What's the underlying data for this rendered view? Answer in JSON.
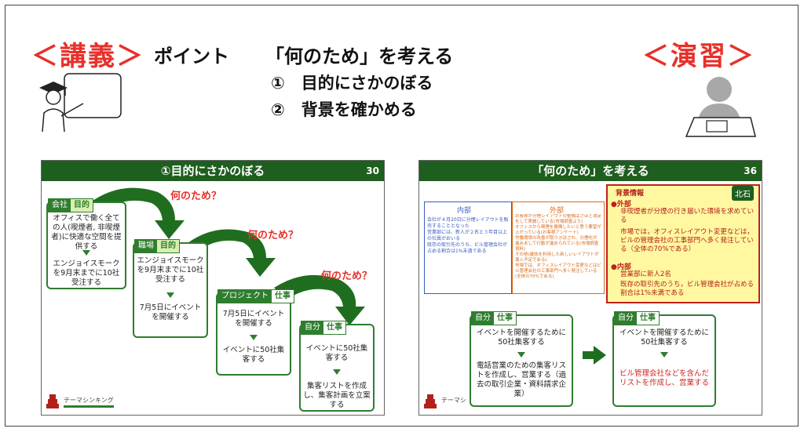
{
  "header": {
    "lecture": "＜講義＞",
    "point": "ポイント",
    "title": "「何のため」を考える",
    "items": [
      "①　目的にさかのぼる",
      "②　背景を確かめる"
    ],
    "exercise": "＜演習＞"
  },
  "slide_left": {
    "title": "①目的にさかのぼる",
    "number": "30",
    "why_text": "何のため？",
    "cards": [
      {
        "tag_a": "会社",
        "tag_b": "目的",
        "text1": "オフィスで働く全ての人(喫煙者, 非喫煙者)に快適な空間を提供する",
        "text2": "エンジョイスモークを9月末までに10社受注する"
      },
      {
        "tag_a": "職場",
        "tag_b": "目的",
        "text1": "エンジョイスモークを9月末までに10社受注する",
        "text2": "7月5日にイベントを開催する"
      },
      {
        "tag_a": "プロジェクト",
        "tag_b": "仕事",
        "text1": "7月5日にイベントを開催する",
        "text2": "イベントに50社集客する"
      },
      {
        "tag_a": "自分",
        "tag_b": "仕事",
        "text1": "イベントに50社集客する",
        "text2": "集客リストを作成し、集客計画を立案する"
      }
    ],
    "footer": "テーマシンキング"
  },
  "slide_right": {
    "title": "「何のため」を考える",
    "number": "36",
    "internal_label": "内部",
    "internal_lines": [
      "会社が４月20日に分煙レイアウトを販売することとなった",
      "営業部には、新人が２名と３年目以上の社員がおいる",
      "既存の取引先のうち、ビル管理会社が占める割合は1%未満である"
    ],
    "external_label": "外部",
    "external_lines": [
      "お客様が分煙レイアウトの整備はさほど満足をして実施している(市場調査より)",
      "オフィスから喫煙を撤廃したいと思う要望が上がっている(お客様アンケート)",
      "労働環境の改善が取り沙汰され、分煙化が進みまして行動が進められている(市場調査資料)",
      "その他(雑誌を利用した新しいレイアウトが導入予定である)",
      "市場では、オフィスレイアウト変更などはビル管理会社の工事部門へ多く発注している(全体の70%である)"
    ],
    "bg_title": "背景情報",
    "bg_badge": "北石",
    "bg_external_label": "●外部",
    "bg_external_1": "非喫煙者が分煙の行き届いた環境を求めている",
    "bg_external_2": "市場では，オフィスレイアウト変更などは，ビルの管理会社の工事部門へ多く発注している（全体の70%である）",
    "bg_internal_label": "●内部",
    "bg_internal_1": "営業部に新人2名",
    "bg_internal_2": "既存の取引先のうち，ビル管理会社が占める割合は1%未満である",
    "left_card": {
      "tag_a": "自分",
      "tag_b": "仕事",
      "text1": "イベントを開催するために50社集客する",
      "text2": "電話営業のための集客リストを作成し、営業する（過去の取引企業・資料請求企業）"
    },
    "right_card": {
      "tag_a": "自分",
      "tag_b": "仕事",
      "text1": "イベントを開催するために50社集客する",
      "text2": "ビル管理会社などを含んだリストを作成し、営業する"
    },
    "footer": "テーマシ"
  },
  "colors": {
    "accent_red": "#e8302a",
    "green": "#2f7d2f",
    "dark_green": "#1e5e1e",
    "yellow": "#fff8a0"
  }
}
